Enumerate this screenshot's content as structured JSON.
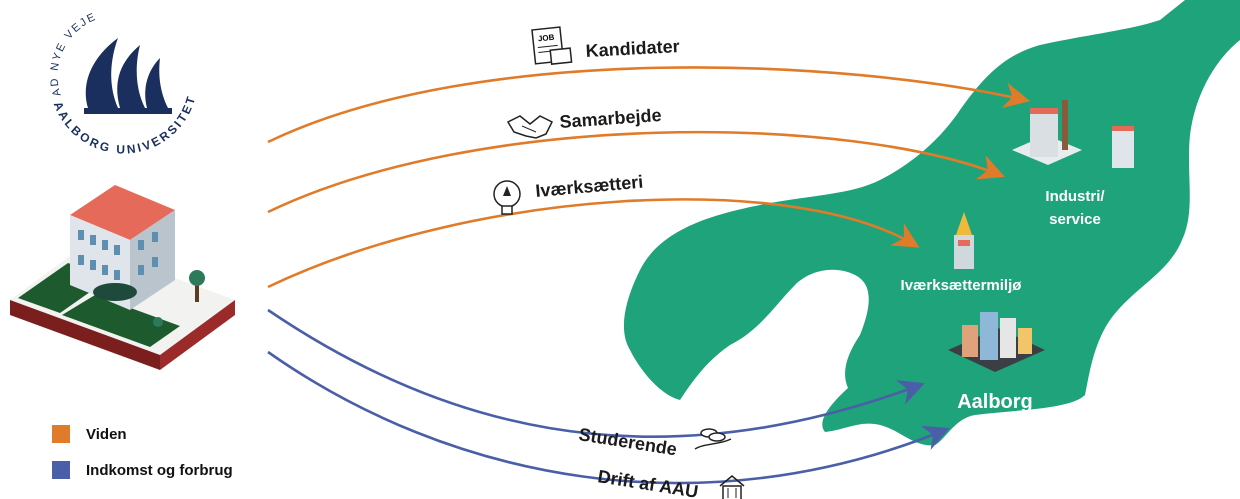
{
  "logo": {
    "arc_text": "AD NYE VEJE",
    "name_text": "AALBORG UNIVERSITET"
  },
  "flows": [
    {
      "label": "Kandidater",
      "icon": "job-icon",
      "type": "viden"
    },
    {
      "label": "Samarbejde",
      "icon": "handshake-icon",
      "type": "viden"
    },
    {
      "label": "Iværksætteri",
      "icon": "lightbulb-rocket-icon",
      "type": "viden"
    },
    {
      "label": "Studerende",
      "icon": "hand-coins-icon",
      "type": "indkomst"
    },
    {
      "label": "Drift af AAU",
      "icon": "building-icon",
      "type": "indkomst"
    }
  ],
  "destinations": {
    "industri": {
      "line1": "Industri/",
      "line2": "service"
    },
    "ivaerksaetter": "Iværksættermiljø",
    "aalborg": "Aalborg"
  },
  "legend": [
    {
      "label": "Viden",
      "color": "#e07b2a"
    },
    {
      "label": "Indkomst og forbrug",
      "color": "#4a5fa8"
    }
  ],
  "colors": {
    "viden": "#e07b2a",
    "indkomst": "#4a5fa8",
    "land": "#1fa37a",
    "brand": "#1b2f5e"
  }
}
